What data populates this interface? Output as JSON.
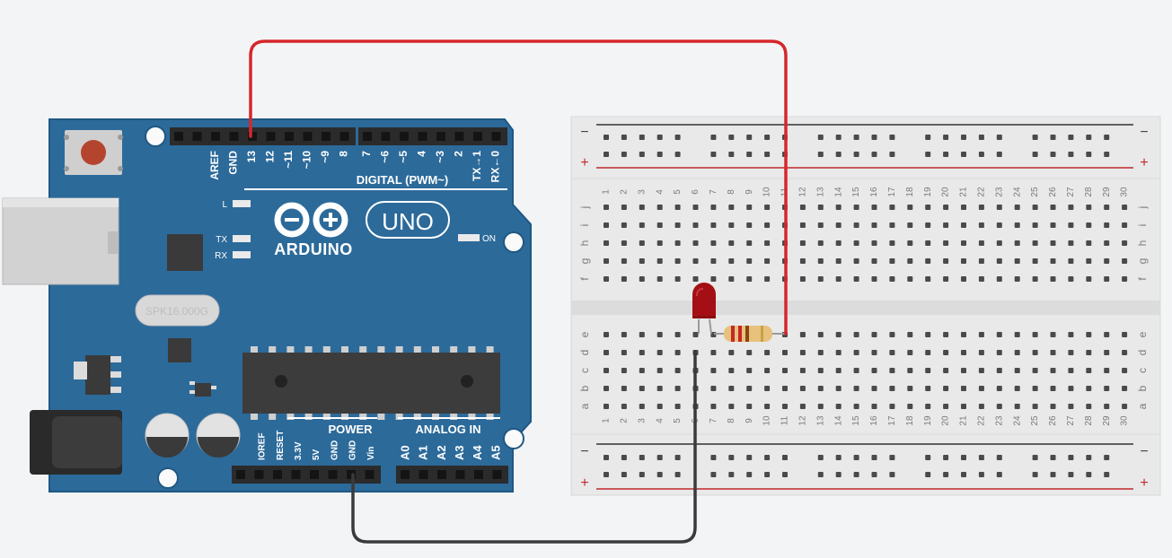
{
  "colors": {
    "canvas": "#f3f4f6",
    "board_blue": "#2c6a9a",
    "board_edge": "#1f5883",
    "breadboard": "#e9e9e9",
    "rail_red": "#c0282a",
    "rail_dark": "#333333",
    "wire_red": "#d5272c",
    "wire_black": "#3a3a3a",
    "led": "#a30f14",
    "resistor": "#e7c27d"
  },
  "arduino": {
    "logo_text": "ARDUINO",
    "model_badge": "UNO",
    "crystal_label": "SPK16.000G",
    "led_labels": {
      "l": "L",
      "tx": "TX",
      "rx": "RX",
      "on": "ON"
    },
    "digital_header_label": "DIGITAL (PWM~)",
    "digital_pins_left": [
      "AREF",
      "GND",
      "13",
      "12",
      "~11",
      "~10",
      "~9",
      "8"
    ],
    "digital_pins_right": [
      "7",
      "~6",
      "~5",
      "4",
      "~3",
      "2",
      "TX→1",
      "RX←0"
    ],
    "power_header_label": "POWER",
    "power_pins": [
      "IOREF",
      "RESET",
      "3.3V",
      "5V",
      "GND",
      "GND",
      "Vin"
    ],
    "analog_header_label": "ANALOG IN",
    "analog_pins": [
      "A0",
      "A1",
      "A2",
      "A3",
      "A4",
      "A5"
    ]
  },
  "breadboard": {
    "rail_minus": "−",
    "rail_plus": "+",
    "columns": [
      "1",
      "2",
      "3",
      "4",
      "5",
      "6",
      "7",
      "8",
      "9",
      "10",
      "11",
      "12",
      "13",
      "14",
      "15",
      "16",
      "17",
      "18",
      "19",
      "20",
      "21",
      "22",
      "23",
      "24",
      "25",
      "26",
      "27",
      "28",
      "29",
      "30"
    ],
    "rows_top": [
      "j",
      "i",
      "h",
      "g",
      "f"
    ],
    "rows_bottom": [
      "e",
      "d",
      "c",
      "b",
      "a"
    ]
  }
}
